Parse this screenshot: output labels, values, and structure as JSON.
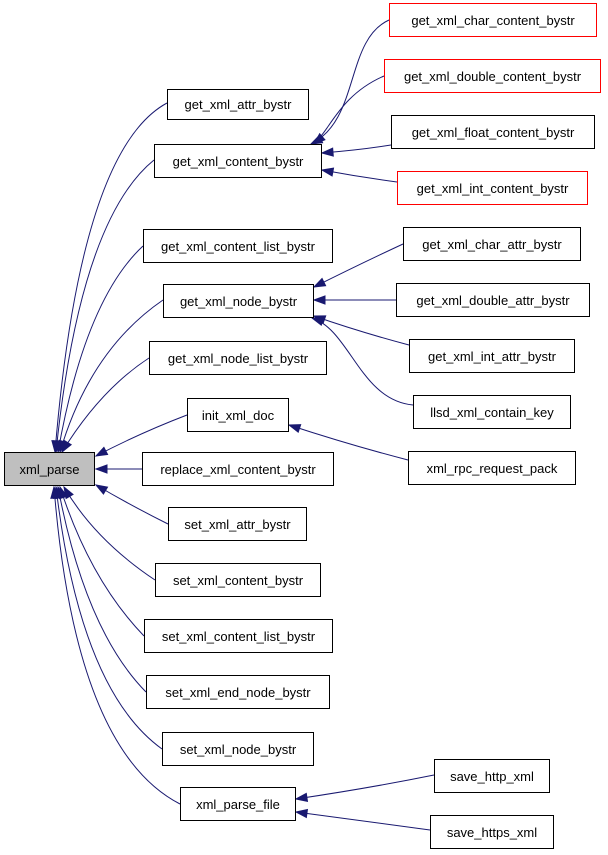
{
  "colors": {
    "edge": "#191970",
    "root_fill": "#bfbfbf",
    "truncated_border": "#ff0000",
    "node_border": "#000000"
  },
  "nodes": [
    {
      "id": "xml_parse",
      "label": "xml_parse",
      "root": true
    },
    {
      "id": "get_xml_attr_bystr",
      "label": "get_xml_attr_bystr"
    },
    {
      "id": "get_xml_content_bystr",
      "label": "get_xml_content_bystr"
    },
    {
      "id": "get_xml_content_list_bystr",
      "label": "get_xml_content_list_bystr"
    },
    {
      "id": "get_xml_node_bystr",
      "label": "get_xml_node_bystr"
    },
    {
      "id": "get_xml_node_list_bystr",
      "label": "get_xml_node_list_bystr"
    },
    {
      "id": "init_xml_doc",
      "label": "init_xml_doc"
    },
    {
      "id": "replace_xml_content_bystr",
      "label": "replace_xml_content_bystr"
    },
    {
      "id": "set_xml_attr_bystr",
      "label": "set_xml_attr_bystr"
    },
    {
      "id": "set_xml_content_bystr",
      "label": "set_xml_content_bystr"
    },
    {
      "id": "set_xml_content_list_bystr",
      "label": "set_xml_content_list_bystr"
    },
    {
      "id": "set_xml_end_node_bystr",
      "label": "set_xml_end_node_bystr"
    },
    {
      "id": "set_xml_node_bystr",
      "label": "set_xml_node_bystr"
    },
    {
      "id": "xml_parse_file",
      "label": "xml_parse_file"
    },
    {
      "id": "get_xml_char_content_bystr",
      "label": "get_xml_char_content_bystr",
      "truncated": true
    },
    {
      "id": "get_xml_double_content_bystr",
      "label": "get_xml_double_content_bystr",
      "truncated": true
    },
    {
      "id": "get_xml_float_content_bystr",
      "label": "get_xml_float_content_bystr"
    },
    {
      "id": "get_xml_int_content_bystr",
      "label": "get_xml_int_content_bystr",
      "truncated": true
    },
    {
      "id": "get_xml_char_attr_bystr",
      "label": "get_xml_char_attr_bystr"
    },
    {
      "id": "get_xml_double_attr_bystr",
      "label": "get_xml_double_attr_bystr"
    },
    {
      "id": "get_xml_int_attr_bystr",
      "label": "get_xml_int_attr_bystr"
    },
    {
      "id": "llsd_xml_contain_key",
      "label": "llsd_xml_contain_key"
    },
    {
      "id": "xml_rpc_request_pack",
      "label": "xml_rpc_request_pack"
    },
    {
      "id": "save_http_xml",
      "label": "save_http_xml"
    },
    {
      "id": "save_https_xml",
      "label": "save_https_xml"
    }
  ],
  "edges": [
    {
      "from": "get_xml_attr_bystr",
      "to": "xml_parse"
    },
    {
      "from": "get_xml_content_bystr",
      "to": "xml_parse"
    },
    {
      "from": "get_xml_content_list_bystr",
      "to": "xml_parse"
    },
    {
      "from": "get_xml_node_bystr",
      "to": "xml_parse"
    },
    {
      "from": "get_xml_node_list_bystr",
      "to": "xml_parse"
    },
    {
      "from": "init_xml_doc",
      "to": "xml_parse"
    },
    {
      "from": "replace_xml_content_bystr",
      "to": "xml_parse"
    },
    {
      "from": "set_xml_attr_bystr",
      "to": "xml_parse"
    },
    {
      "from": "set_xml_content_bystr",
      "to": "xml_parse"
    },
    {
      "from": "set_xml_content_list_bystr",
      "to": "xml_parse"
    },
    {
      "from": "set_xml_end_node_bystr",
      "to": "xml_parse"
    },
    {
      "from": "set_xml_node_bystr",
      "to": "xml_parse"
    },
    {
      "from": "xml_parse_file",
      "to": "xml_parse"
    },
    {
      "from": "get_xml_char_content_bystr",
      "to": "get_xml_content_bystr"
    },
    {
      "from": "get_xml_double_content_bystr",
      "to": "get_xml_content_bystr"
    },
    {
      "from": "get_xml_float_content_bystr",
      "to": "get_xml_content_bystr"
    },
    {
      "from": "get_xml_int_content_bystr",
      "to": "get_xml_content_bystr"
    },
    {
      "from": "get_xml_char_attr_bystr",
      "to": "get_xml_node_bystr"
    },
    {
      "from": "get_xml_double_attr_bystr",
      "to": "get_xml_node_bystr"
    },
    {
      "from": "get_xml_int_attr_bystr",
      "to": "get_xml_node_bystr"
    },
    {
      "from": "llsd_xml_contain_key",
      "to": "get_xml_node_bystr"
    },
    {
      "from": "xml_rpc_request_pack",
      "to": "init_xml_doc"
    },
    {
      "from": "save_http_xml",
      "to": "xml_parse_file"
    },
    {
      "from": "save_https_xml",
      "to": "xml_parse_file"
    }
  ]
}
